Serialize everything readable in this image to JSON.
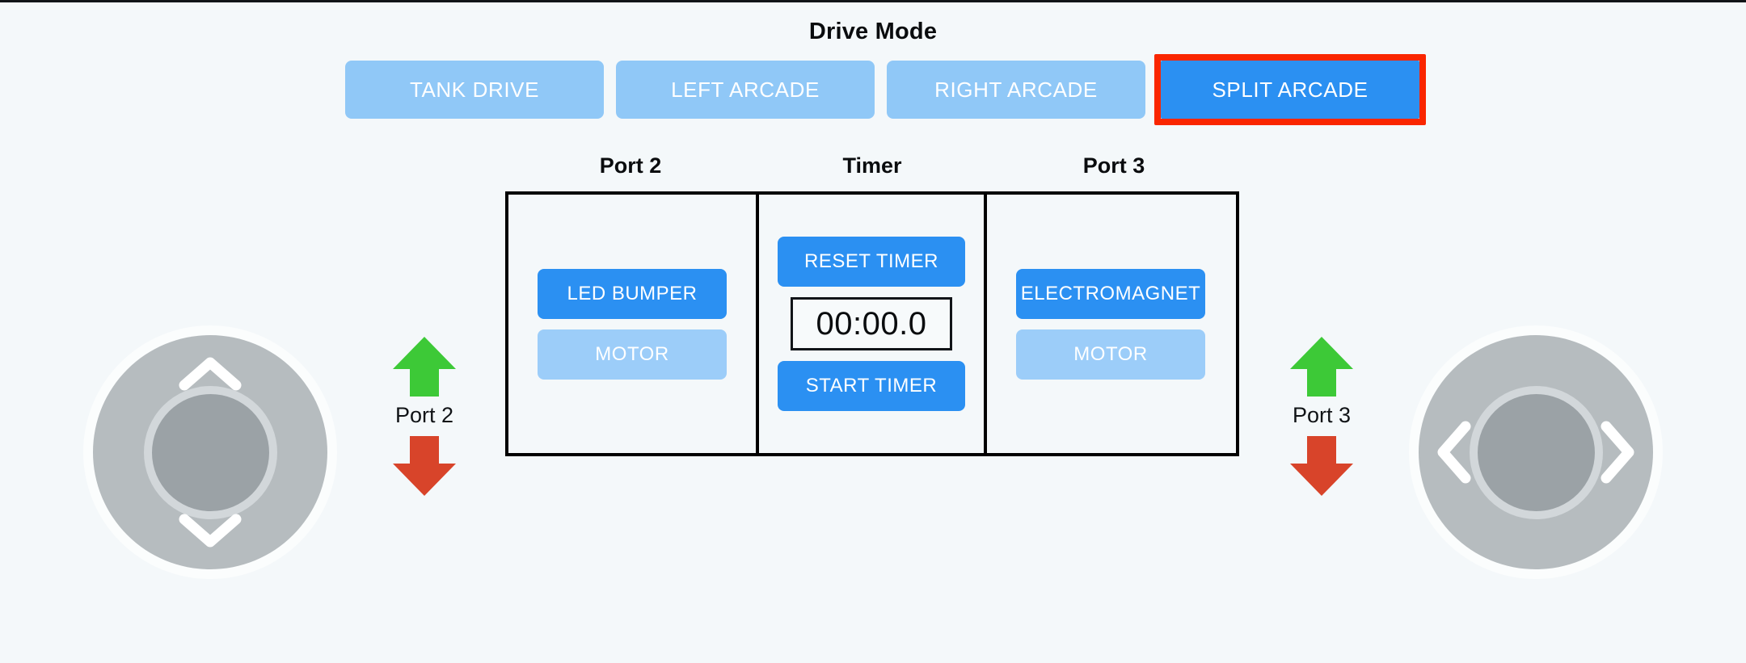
{
  "app": {
    "background_color": "#f4f8fa"
  },
  "drive_mode": {
    "title": "Drive Mode",
    "active_color": "#2b90f2",
    "inactive_color": "#90c8f7",
    "highlight_color": "#fa2600",
    "options": [
      {
        "label": "TANK DRIVE",
        "active": false,
        "highlighted": false
      },
      {
        "label": "LEFT ARCADE",
        "active": false,
        "highlighted": false
      },
      {
        "label": "RIGHT ARCADE",
        "active": false,
        "highlighted": false
      },
      {
        "label": "SPLIT ARCADE",
        "active": true,
        "highlighted": true
      }
    ]
  },
  "panel": {
    "port2": {
      "title": "Port 2",
      "buttons": [
        {
          "label": "LED BUMPER",
          "state": "enabled"
        },
        {
          "label": "MOTOR",
          "state": "disabled"
        }
      ]
    },
    "timer": {
      "title": "Timer",
      "reset_label": "RESET TIMER",
      "display_value": "00:00.0",
      "start_label": "START TIMER"
    },
    "port3": {
      "title": "Port 3",
      "buttons": [
        {
          "label": "ELECTROMAGNET",
          "state": "enabled"
        },
        {
          "label": "MOTOR",
          "state": "disabled"
        }
      ]
    }
  },
  "arrow_controls": {
    "up_color": "#3dc937",
    "down_color": "#d8442a",
    "left": {
      "label": "Port 2",
      "up_icon": "arrow-up-icon",
      "down_icon": "arrow-down-icon"
    },
    "right": {
      "label": "Port 3",
      "up_icon": "arrow-up-icon",
      "down_icon": "arrow-down-icon"
    }
  },
  "joysticks": {
    "base_color": "#b6bcbf",
    "knob_color": "#9ba2a6",
    "left": {
      "axis": "vertical",
      "icons": [
        "chevron-up-icon",
        "chevron-down-icon"
      ]
    },
    "right": {
      "axis": "horizontal",
      "icons": [
        "chevron-left-icon",
        "chevron-right-icon"
      ]
    }
  }
}
